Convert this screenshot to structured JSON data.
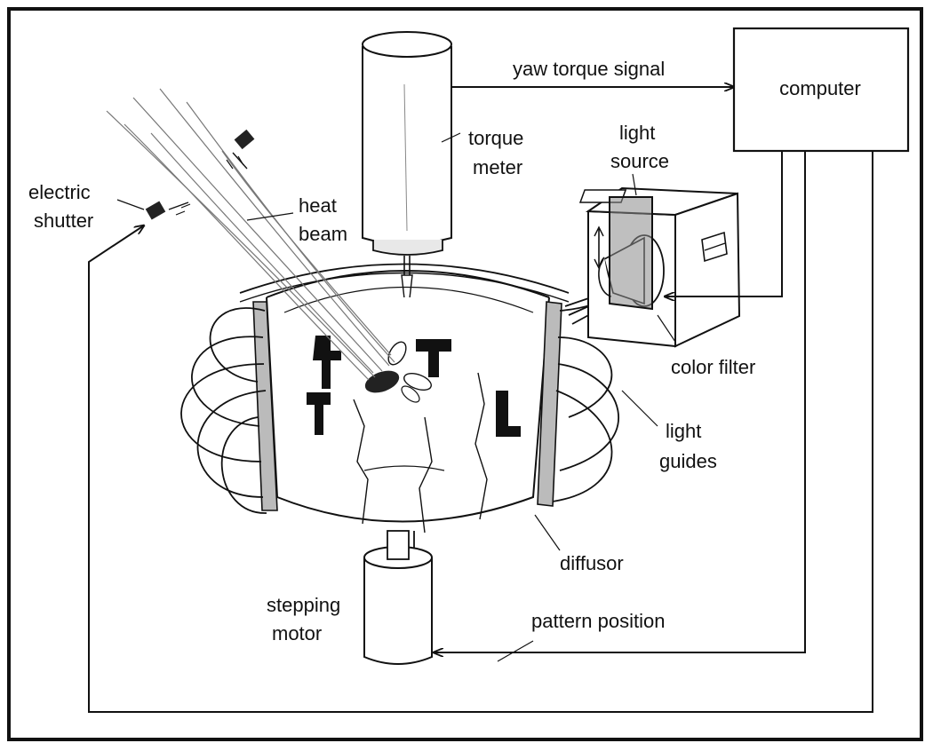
{
  "labels": {
    "computer": "computer",
    "yaw_torque_signal": "yaw torque signal",
    "torque_meter": [
      "torque",
      "meter"
    ],
    "light_source": [
      "light",
      "source"
    ],
    "electric_shutter": [
      "electric",
      "shutter"
    ],
    "heat_beam": [
      "heat",
      "beam"
    ],
    "color_filter": "color filter",
    "light_guides": [
      "light",
      "guides"
    ],
    "diffusor": "diffusor",
    "stepping_motor": [
      "stepping",
      "motor"
    ],
    "pattern_position": "pattern position"
  },
  "colors": {
    "ink": "#111111",
    "background": "#ffffff",
    "filter_tint": "#8a8a8a"
  }
}
